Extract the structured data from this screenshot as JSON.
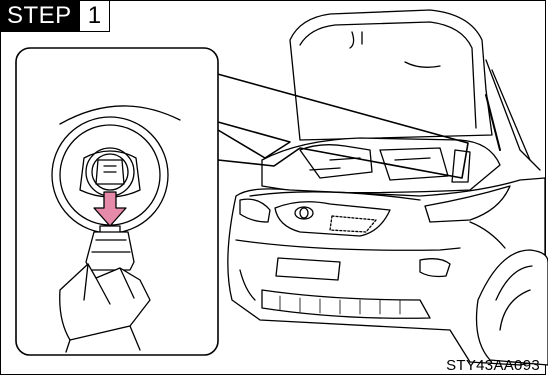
{
  "step": {
    "word": "STEP",
    "number": "1"
  },
  "figure_code": "STY43AA093",
  "colors": {
    "arrow_fill": "#e58aa8",
    "line": "#000000"
  },
  "illustration": {
    "subject": "car-front-with-open-hood",
    "detail": "headlight-bulb-connector-removal"
  }
}
